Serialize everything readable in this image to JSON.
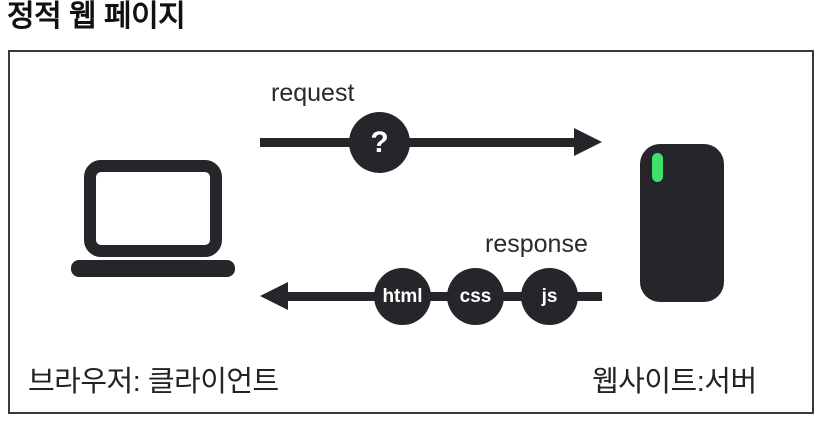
{
  "title": "정적 웹 페이지",
  "colors": {
    "dark": "#26262a",
    "green": "#3ee06a",
    "border": "#3a3a3a"
  },
  "diagram": {
    "request": {
      "label": "request",
      "badge": "?"
    },
    "response": {
      "label": "response",
      "badges": [
        "html",
        "css",
        "js"
      ]
    },
    "client_label": "브라우저: 클라이언트",
    "server_label": "웹사이트:서버"
  }
}
